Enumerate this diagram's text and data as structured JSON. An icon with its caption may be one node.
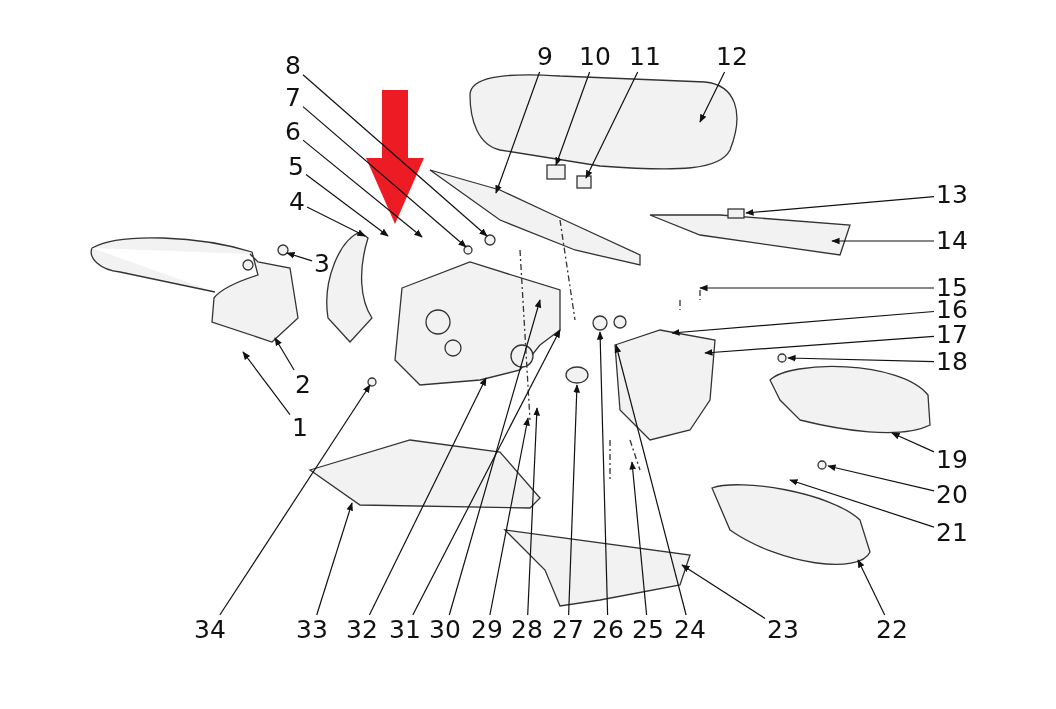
{
  "diagram": {
    "nodes": [
      {
        "text": [
          "1"
        ]
      },
      {
        "text": [
          "2"
        ]
      },
      {
        "text": [
          "3"
        ]
      },
      {
        "text": [
          "4"
        ]
      },
      {
        "text": [
          "5"
        ]
      },
      {
        "text": [
          "6"
        ]
      },
      {
        "text": [
          "7"
        ]
      },
      {
        "text": [
          "8"
        ]
      },
      {
        "text": [
          "9"
        ]
      },
      {
        "text": [
          "10"
        ]
      },
      {
        "text": [
          "11"
        ]
      },
      {
        "text": [
          "12"
        ]
      },
      {
        "text": [
          "13"
        ]
      },
      {
        "text": [
          "14"
        ]
      },
      {
        "text": [
          "15"
        ]
      },
      {
        "text": [
          "16"
        ]
      },
      {
        "text": [
          "17"
        ]
      },
      {
        "text": [
          "18"
        ]
      },
      {
        "text": [
          "19"
        ]
      },
      {
        "text": [
          "20"
        ]
      },
      {
        "text": [
          "21"
        ]
      },
      {
        "text": [
          "22"
        ]
      },
      {
        "text": [
          "23"
        ]
      },
      {
        "text": [
          "24"
        ]
      },
      {
        "text": [
          "25"
        ]
      },
      {
        "text": [
          "26"
        ]
      },
      {
        "text": [
          "27"
        ]
      },
      {
        "text": [
          "28"
        ]
      },
      {
        "text": [
          "29"
        ]
      },
      {
        "text": [
          "30"
        ]
      },
      {
        "text": [
          "31"
        ]
      },
      {
        "text": [
          "32"
        ]
      },
      {
        "text": [
          "33"
        ]
      },
      {
        "text": [
          "34"
        ]
      }
    ],
    "edges": [
      {
        "from": 0,
        "to": null,
        "arrow": "to"
      },
      {
        "from": 1,
        "to": null,
        "arrow": "to"
      },
      {
        "from": 2,
        "to": null,
        "arrow": "to"
      },
      {
        "from": 3,
        "to": null,
        "arrow": "to"
      },
      {
        "from": 4,
        "to": null,
        "arrow": "to"
      },
      {
        "from": 5,
        "to": null,
        "arrow": "to"
      },
      {
        "from": 6,
        "to": null,
        "arrow": "to"
      },
      {
        "from": 7,
        "to": null,
        "arrow": "to"
      },
      {
        "from": 8,
        "to": null,
        "arrow": "to"
      },
      {
        "from": 9,
        "to": null,
        "arrow": "to"
      },
      {
        "from": 10,
        "to": null,
        "arrow": "to"
      },
      {
        "from": 11,
        "to": null,
        "arrow": "to"
      },
      {
        "from": 12,
        "to": null,
        "arrow": "to"
      },
      {
        "from": 13,
        "to": null,
        "arrow": "to"
      },
      {
        "from": 14,
        "to": null,
        "arrow": "to"
      },
      {
        "from": 15,
        "to": null,
        "arrow": "to"
      },
      {
        "from": 16,
        "to": null,
        "arrow": "to"
      },
      {
        "from": 17,
        "to": null,
        "arrow": "to"
      },
      {
        "from": 18,
        "to": null,
        "arrow": "to"
      },
      {
        "from": 19,
        "to": null,
        "arrow": "to"
      },
      {
        "from": 20,
        "to": null,
        "arrow": "to"
      },
      {
        "from": 21,
        "to": null,
        "arrow": "to"
      },
      {
        "from": 22,
        "to": null,
        "arrow": "to"
      },
      {
        "from": 23,
        "to": null,
        "arrow": "to"
      },
      {
        "from": 24,
        "to": null,
        "arrow": "to"
      },
      {
        "from": 25,
        "to": null,
        "arrow": "to"
      },
      {
        "from": 26,
        "to": null,
        "arrow": "to"
      },
      {
        "from": 27,
        "to": null,
        "arrow": "to"
      },
      {
        "from": 28,
        "to": null,
        "arrow": "to"
      },
      {
        "from": 29,
        "to": null,
        "arrow": "to"
      },
      {
        "from": 30,
        "to": null,
        "arrow": "to"
      },
      {
        "from": 31,
        "to": null,
        "arrow": "to"
      },
      {
        "from": 32,
        "to": null,
        "arrow": "to"
      },
      {
        "from": 33,
        "to": null,
        "arrow": "to"
      }
    ]
  }
}
